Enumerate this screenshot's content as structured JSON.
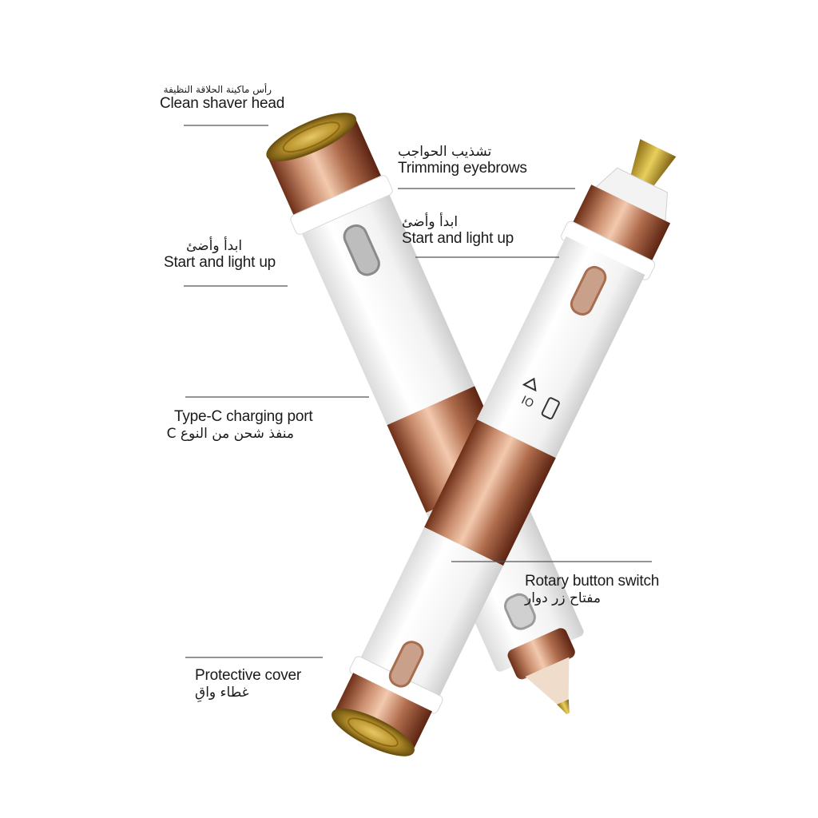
{
  "colors": {
    "background": "#ffffff",
    "body_white": "#f7f7f7",
    "rose_gold": "#c98c6c",
    "rose_gold_dark": "#7a3b22",
    "gold_head": "#c8a23a",
    "leader_line": "#555555"
  },
  "labels": {
    "clean_shaver_head": {
      "ar": "رأس ماكينة الحلاقة النظيفة",
      "en": "Clean shaver head"
    },
    "trimming_eyebrows": {
      "ar": "تشذيب الحواجب",
      "en": "Trimming eyebrows"
    },
    "start_light_right": {
      "ar": "ابدأ وأضئ",
      "en": "Start and light up"
    },
    "start_light_left": {
      "ar": "ابدأ وأضئ",
      "en": "Start and light up"
    },
    "type_c_port": {
      "en": "Type-C charging port",
      "ar": "منفذ شحن من النوع C"
    },
    "rotary_switch": {
      "en": "Rotary button switch",
      "ar": "مفتاح زر دوار"
    },
    "protective_cover": {
      "en": "Protective cover",
      "ar": "غطاء واقِ"
    }
  },
  "icons": [
    "round-shaver-head-icon",
    "eyebrow-trimmer-tip-icon",
    "led-window-icon",
    "lock-icon",
    "rotary-dial-icon"
  ]
}
